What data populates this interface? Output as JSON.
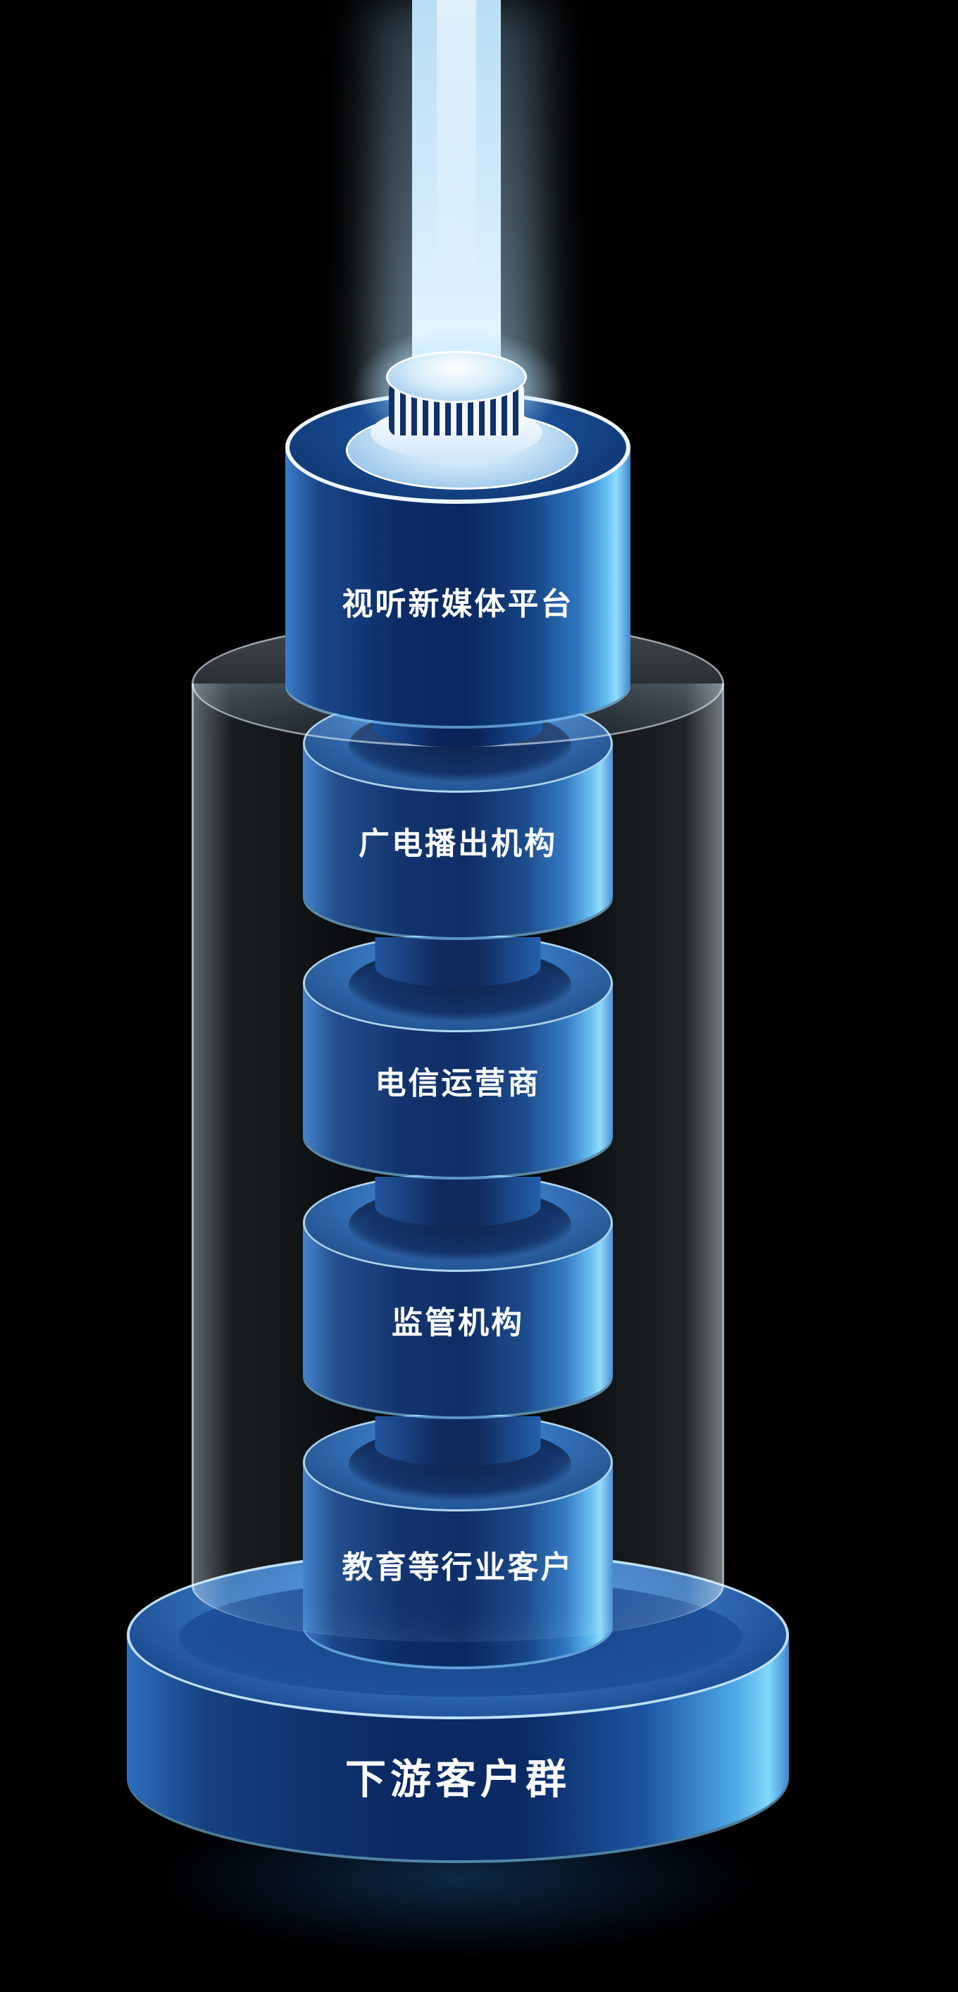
{
  "diagram": {
    "type": "stacked-cylinder-tower",
    "segments": [
      {
        "label": "视听新媒体平台"
      },
      {
        "label": "广电播出机构"
      },
      {
        "label": "电信运营商"
      },
      {
        "label": "监管机构"
      },
      {
        "label": "教育等行业客户"
      }
    ],
    "base": {
      "label": "下游客户群"
    },
    "colors": {
      "background": "#000000",
      "cylinder_dark": "#0b2a63",
      "cylinder_mid": "#1c54a2",
      "cylinder_light": "#4fa9e8",
      "rim_highlight": "#7fd8fa",
      "beam": "#cfe9fa",
      "glass": "#bfe0f7",
      "text": "#ffffff"
    }
  }
}
